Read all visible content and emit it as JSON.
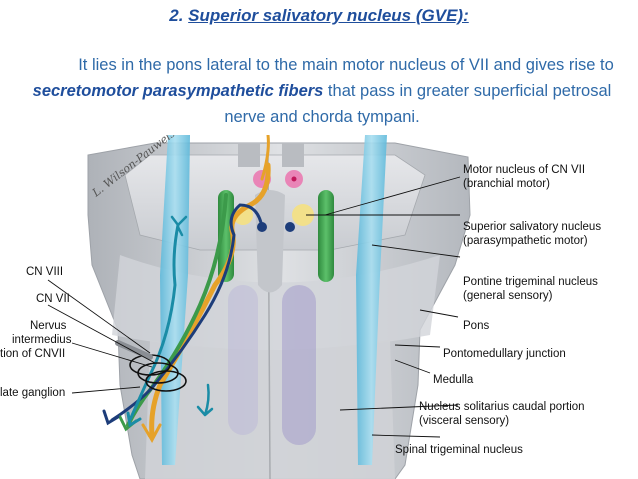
{
  "heading": {
    "number": "2.",
    "title": "Superior salivatory nucleus (GVE):"
  },
  "paragraph": {
    "part1": "It lies in the pons lateral to the main motor nucleus of VII and gives rise to ",
    "emphasis": "secretomotor parasympathetic fibers",
    "part2": " that pass in greater superficial petrosal nerve and chorda tympani."
  },
  "figure": {
    "signature": "L. Wilson-Pauwels",
    "right_labels": {
      "motor_nucleus_1": "Motor nucleus of CN VII",
      "motor_nucleus_2": "(branchial motor)",
      "salivatory_1": "Superior salivatory nucleus",
      "salivatory_2": "(parasympathetic motor)",
      "pontine_1": "Pontine trigeminal nucleus",
      "pontine_2": "(general sensory)",
      "pons": "Pons",
      "junction": "Pontomedullary junction",
      "medulla": "Medulla",
      "solitarius_1": "Nucleus solitarius caudal portion",
      "solitarius_2": "(visceral sensory)",
      "spinal": "Spinal trigeminal nucleus"
    },
    "left_labels": {
      "cn8": "CN VIII",
      "cn7": "CN VII",
      "nervus_1": "Nervus",
      "nervus_2": "intermedius",
      "nervus_3": "tion of CNVII",
      "ganglion": "late ganglion"
    },
    "colors": {
      "brainstem": "#d9dbde",
      "sensory_tract": "#7fcbe4",
      "motor_green": "#3c9a4a",
      "orange": "#e6a22a",
      "pink": "#e985b7",
      "yellow": "#f2e08a",
      "navy": "#1d3d7a",
      "teal": "#1a8ca6",
      "purple": "#9a90c8"
    }
  }
}
